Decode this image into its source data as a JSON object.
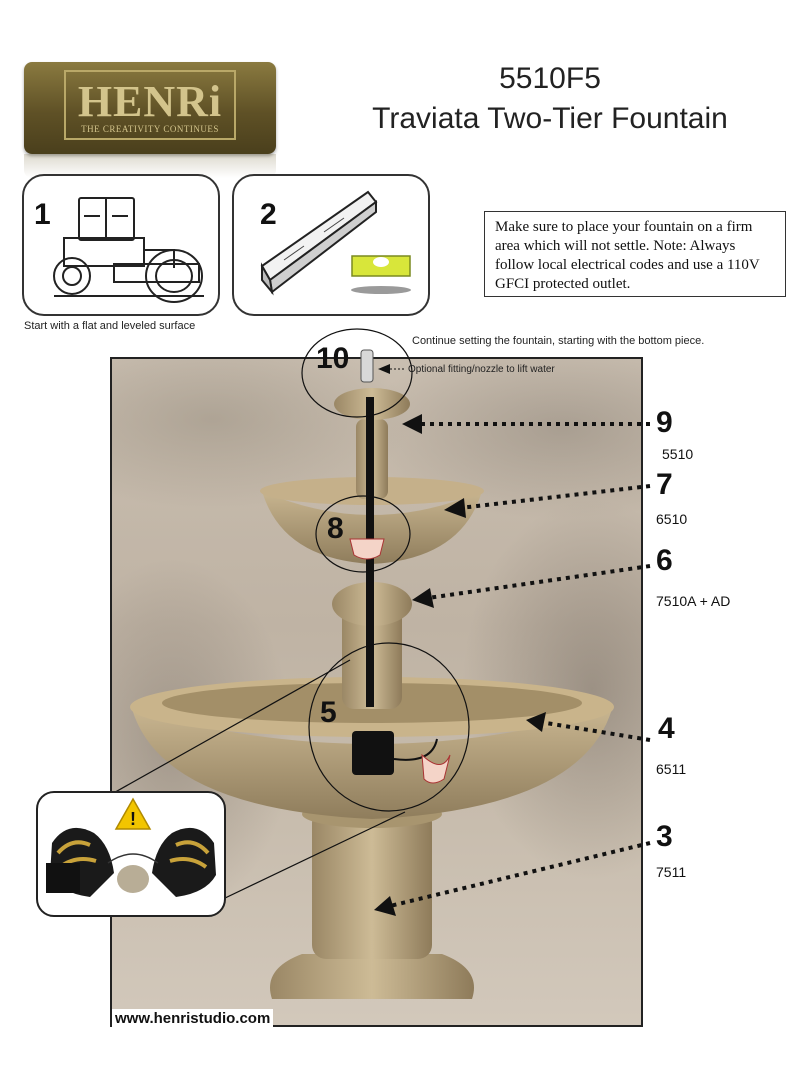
{
  "logo": {
    "name": "HENRi",
    "tagline": "THE CREATIVITY CONTINUES"
  },
  "header": {
    "model": "5510F5",
    "product": "Traviata Two-Tier Fountain"
  },
  "steps": {
    "step1": {
      "number": "1",
      "caption": "Start with a flat and leveled surface",
      "icon": "steamroller-icon"
    },
    "step2": {
      "number": "2",
      "icon": "level-tool-icon"
    }
  },
  "note": "Make sure to place your fountain on a firm area which will not settle.  Note: Always follow local electrical codes and use a 110V GFCI protected outlet.",
  "instruction": "Continue setting the fountain, starting with the bottom piece.",
  "callouts": {
    "c10": {
      "number": "10",
      "note": "Optional fitting/nozzle to lift water"
    },
    "c9": {
      "number": "9",
      "code": "5510"
    },
    "c8": {
      "number": "8"
    },
    "c7": {
      "number": "7",
      "code": "6510"
    },
    "c6": {
      "number": "6",
      "code": "7510A + AD"
    },
    "c5": {
      "number": "5"
    },
    "c4": {
      "number": "4",
      "code": "6511"
    },
    "c3": {
      "number": "3",
      "code": "7511"
    }
  },
  "website": "www.henristudio.com",
  "colors": {
    "logo_bg": "#5f5126",
    "logo_text": "#d3c48c",
    "level_bubble": "#d8e63a",
    "warning": "#f2c500",
    "fountain_stone": "#b09a72"
  }
}
